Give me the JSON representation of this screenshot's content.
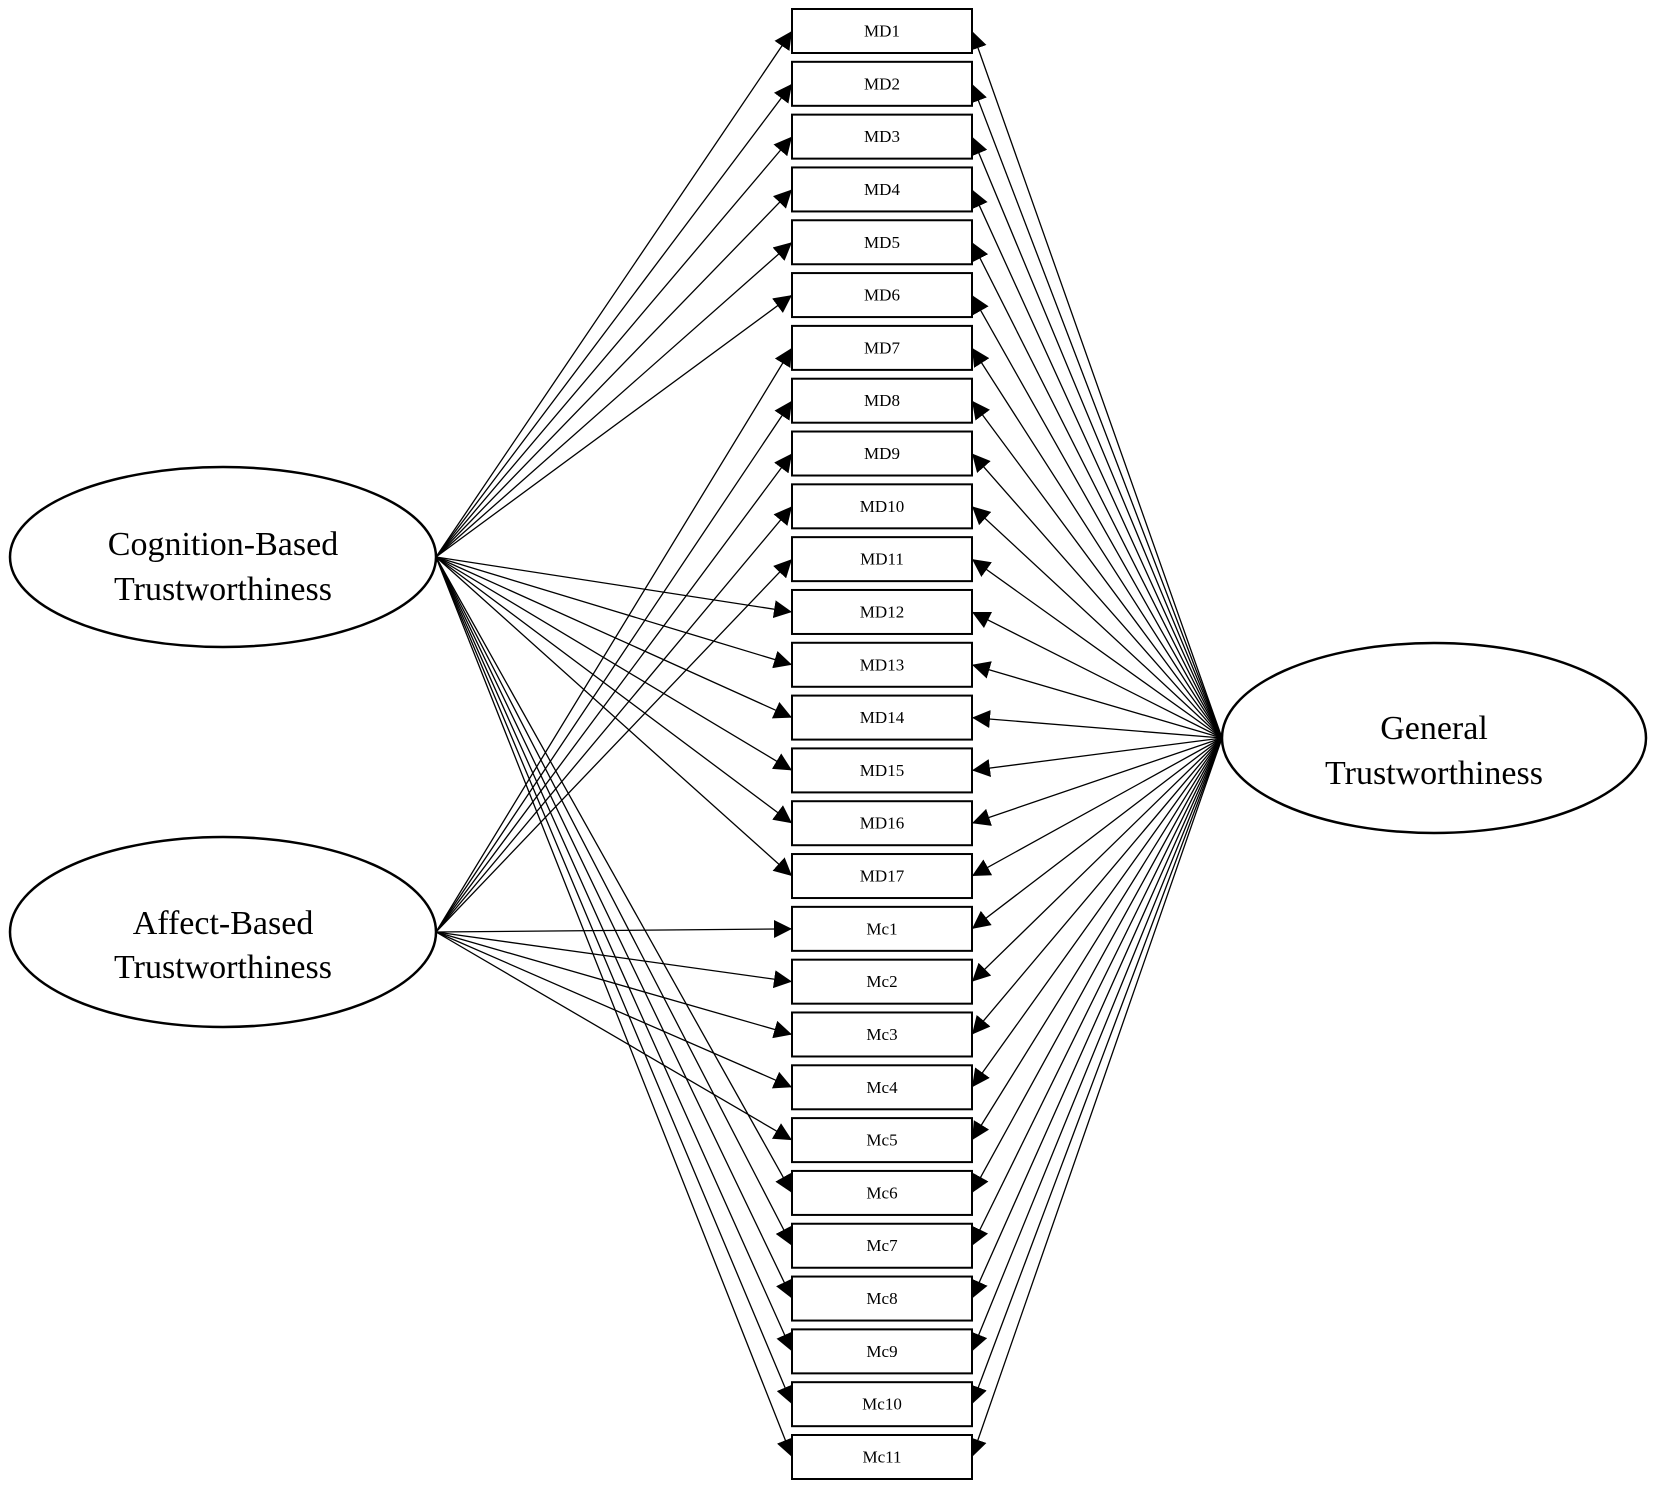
{
  "latents": [
    {
      "id": "cognition",
      "lines": [
        "Cognition-Based",
        "Trustworthiness"
      ]
    },
    {
      "id": "affect",
      "lines": [
        "Affect-Based",
        "Trustworthiness"
      ]
    },
    {
      "id": "general",
      "lines": [
        "General",
        "Trustworthiness"
      ]
    }
  ],
  "items": [
    "MD1",
    "MD2",
    "MD3",
    "MD4",
    "MD5",
    "MD6",
    "MD7",
    "MD8",
    "MD9",
    "MD10",
    "MD11",
    "MD12",
    "MD13",
    "MD14",
    "MD15",
    "MD16",
    "MD17",
    "Mc1",
    "Mc2",
    "Mc3",
    "Mc4",
    "Mc5",
    "Mc6",
    "Mc7",
    "Mc8",
    "Mc9",
    "Mc10",
    "Mc11"
  ],
  "paths": {
    "cognition": [
      "MD1",
      "MD2",
      "MD3",
      "MD4",
      "MD5",
      "MD6",
      "MD12",
      "MD13",
      "MD14",
      "MD15",
      "MD16",
      "MD17",
      "Mc6",
      "Mc7",
      "Mc8",
      "Mc9",
      "Mc10",
      "Mc11"
    ],
    "affect": [
      "MD7",
      "MD8",
      "MD9",
      "MD10",
      "MD11",
      "Mc1",
      "Mc2",
      "Mc3",
      "Mc4",
      "Mc5"
    ],
    "general": [
      "MD1",
      "MD2",
      "MD3",
      "MD4",
      "MD5",
      "MD6",
      "MD7",
      "MD8",
      "MD9",
      "MD10",
      "MD11",
      "MD12",
      "MD13",
      "MD14",
      "MD15",
      "MD16",
      "MD17",
      "Mc1",
      "Mc2",
      "Mc3",
      "Mc4",
      "Mc5",
      "Mc6",
      "Mc7",
      "Mc8",
      "Mc9",
      "Mc10",
      "Mc11"
    ]
  },
  "colors": {
    "stroke": "#000000",
    "background": "#ffffff"
  }
}
